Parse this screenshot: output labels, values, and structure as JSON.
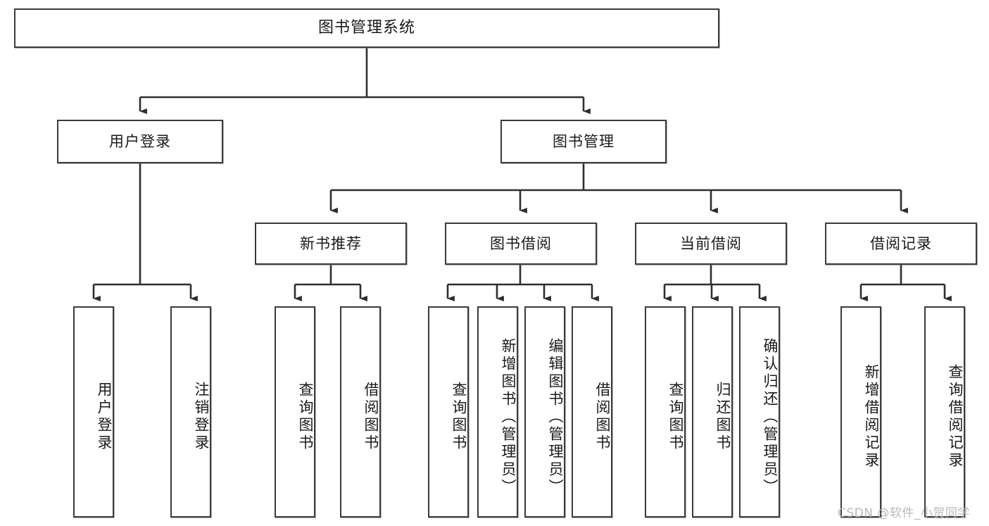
{
  "diagram": {
    "title": "图书管理系统",
    "type": "functional-structure-tree",
    "watermark": "CSDN @软件_小贺同学",
    "colors": {
      "box_border": "#3b3b3b",
      "box_fill": "#ffffff",
      "connector": "#2e2e2e",
      "text": "#1a1a1a",
      "watermark": "#b9b9b9"
    },
    "root": {
      "label": "图书管理系统"
    },
    "level2": [
      {
        "label": "用户登录"
      },
      {
        "label": "图书管理"
      }
    ],
    "level3": [
      {
        "label": "新书推荐"
      },
      {
        "label": "图书借阅"
      },
      {
        "label": "当前借阅"
      },
      {
        "label": "借阅记录"
      }
    ],
    "leaves": {
      "user_login": [
        {
          "label": "用户登录"
        },
        {
          "label": "注销登录"
        }
      ],
      "new_book": [
        {
          "label": "查询图书"
        },
        {
          "label": "借阅图书"
        }
      ],
      "book_borrow": [
        {
          "label": "查询图书"
        },
        {
          "label": "新增图书（管理员）"
        },
        {
          "label": "编辑图书（管理员）"
        },
        {
          "label": "借阅图书"
        }
      ],
      "current_borrow": [
        {
          "label": "查询图书"
        },
        {
          "label": "归还图书"
        },
        {
          "label": "确认归还（管理员）"
        }
      ],
      "borrow_record": [
        {
          "label": "新增借阅记录"
        },
        {
          "label": "查询借阅记录"
        }
      ]
    }
  }
}
